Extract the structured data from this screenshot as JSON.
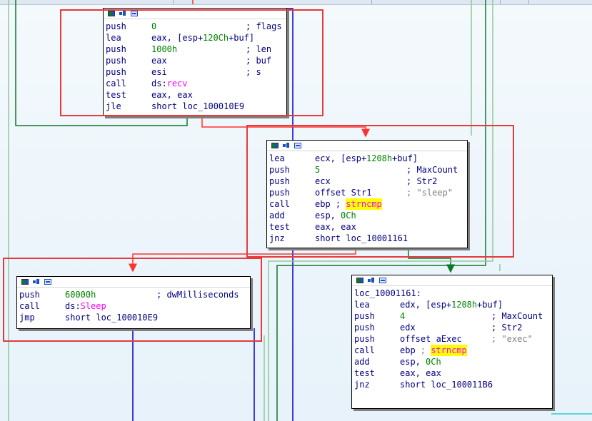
{
  "theme": {
    "background": "#eef6fb",
    "mnemonic_color": "#000080",
    "number_color": "#008000",
    "import_color": "#ff00ff",
    "highlight_color": "#ffff00",
    "string_comment_color": "#7f7f7f",
    "edge_green": "#0a7a2a",
    "edge_red": "#ff3333",
    "edge_blue": "#0000cc",
    "selection_box_color": "#e53b3b"
  },
  "node_header_icons": [
    "graph-overview-icon",
    "node-color-icon",
    "node-text-icon"
  ],
  "blocks": [
    {
      "id": "recv_block",
      "rows": [
        {
          "mn": "push",
          "op": [
            {
              "t": "0",
              "c": "num"
            }
          ],
          "comment": "; flags"
        },
        {
          "mn": "lea",
          "op": [
            {
              "t": "eax, [esp+",
              "c": "op"
            },
            {
              "t": "120Ch",
              "c": "num"
            },
            {
              "t": "+buf]",
              "c": "op"
            }
          ],
          "comment": ""
        },
        {
          "mn": "push",
          "op": [
            {
              "t": "1000h",
              "c": "num"
            }
          ],
          "comment": "; len"
        },
        {
          "mn": "push",
          "op": [
            {
              "t": "eax",
              "c": "op"
            }
          ],
          "comment": "; buf"
        },
        {
          "mn": "push",
          "op": [
            {
              "t": "esi",
              "c": "op"
            }
          ],
          "comment": "; s"
        },
        {
          "mn": "call",
          "op": [
            {
              "t": "ds:",
              "c": "op"
            },
            {
              "t": "recv",
              "c": "imp"
            }
          ],
          "comment": ""
        },
        {
          "mn": "test",
          "op": [
            {
              "t": "eax, eax",
              "c": "op"
            }
          ],
          "comment": ""
        },
        {
          "mn": "jle",
          "op": [
            {
              "t": "short loc_100010E9",
              "c": "op"
            }
          ],
          "comment": ""
        }
      ]
    },
    {
      "id": "sleep_cmp_block",
      "rows": [
        {
          "mn": "lea",
          "op": [
            {
              "t": "ecx, [esp+",
              "c": "op"
            },
            {
              "t": "1208h",
              "c": "num"
            },
            {
              "t": "+buf]",
              "c": "op"
            }
          ],
          "comment": ""
        },
        {
          "mn": "push",
          "op": [
            {
              "t": "5",
              "c": "num"
            }
          ],
          "comment": "; MaxCount"
        },
        {
          "mn": "push",
          "op": [
            {
              "t": "ecx",
              "c": "op"
            }
          ],
          "comment": "; Str2"
        },
        {
          "mn": "push",
          "op": [
            {
              "t": "offset Str1",
              "c": "op"
            }
          ],
          "comment": "; \"sleep\"",
          "comment_style": "cmg"
        },
        {
          "mn": "call",
          "op": [
            {
              "t": "ebp ; ",
              "c": "op"
            },
            {
              "t": "strncmp",
              "c": "hl"
            }
          ],
          "comment": ""
        },
        {
          "mn": "add",
          "op": [
            {
              "t": "esp, ",
              "c": "op"
            },
            {
              "t": "0Ch",
              "c": "num"
            }
          ],
          "comment": ""
        },
        {
          "mn": "test",
          "op": [
            {
              "t": "eax, eax",
              "c": "op"
            }
          ],
          "comment": ""
        },
        {
          "mn": "jnz",
          "op": [
            {
              "t": "short loc_10001161",
              "c": "op"
            }
          ],
          "comment": ""
        }
      ]
    },
    {
      "id": "sleep_call_block",
      "rows": [
        {
          "mn": "push",
          "op": [
            {
              "t": "60000h",
              "c": "num"
            }
          ],
          "comment": "; dwMilliseconds"
        },
        {
          "mn": "call",
          "op": [
            {
              "t": "ds:",
              "c": "op"
            },
            {
              "t": "Sleep",
              "c": "imp"
            }
          ],
          "comment": ""
        },
        {
          "mn": "jmp",
          "op": [
            {
              "t": "short loc_100010E9",
              "c": "op"
            }
          ],
          "comment": ""
        }
      ]
    },
    {
      "id": "exec_cmp_block",
      "label": "loc_10001161:",
      "rows": [
        {
          "mn": "lea",
          "op": [
            {
              "t": "edx, [esp+",
              "c": "op"
            },
            {
              "t": "1208h",
              "c": "num"
            },
            {
              "t": "+buf]",
              "c": "op"
            }
          ],
          "comment": ""
        },
        {
          "mn": "push",
          "op": [
            {
              "t": "4",
              "c": "num"
            }
          ],
          "comment": "; MaxCount"
        },
        {
          "mn": "push",
          "op": [
            {
              "t": "edx",
              "c": "op"
            }
          ],
          "comment": "; Str2"
        },
        {
          "mn": "push",
          "op": [
            {
              "t": "offset aExec",
              "c": "op"
            }
          ],
          "comment": "; \"exec\"",
          "comment_style": "cmg"
        },
        {
          "mn": "call",
          "op": [
            {
              "t": "ebp ",
              "c": "op"
            },
            {
              "t": "; ",
              "c": "cmg"
            },
            {
              "t": "strncmp",
              "c": "hl"
            }
          ],
          "comment": ""
        },
        {
          "mn": "add",
          "op": [
            {
              "t": "esp, ",
              "c": "op"
            },
            {
              "t": "0Ch",
              "c": "num"
            }
          ],
          "comment": ""
        },
        {
          "mn": "test",
          "op": [
            {
              "t": "eax, eax",
              "c": "op"
            }
          ],
          "comment": ""
        },
        {
          "mn": "jnz",
          "op": [
            {
              "t": "short loc_100011B6",
              "c": "op"
            }
          ],
          "comment": ""
        }
      ]
    }
  ]
}
